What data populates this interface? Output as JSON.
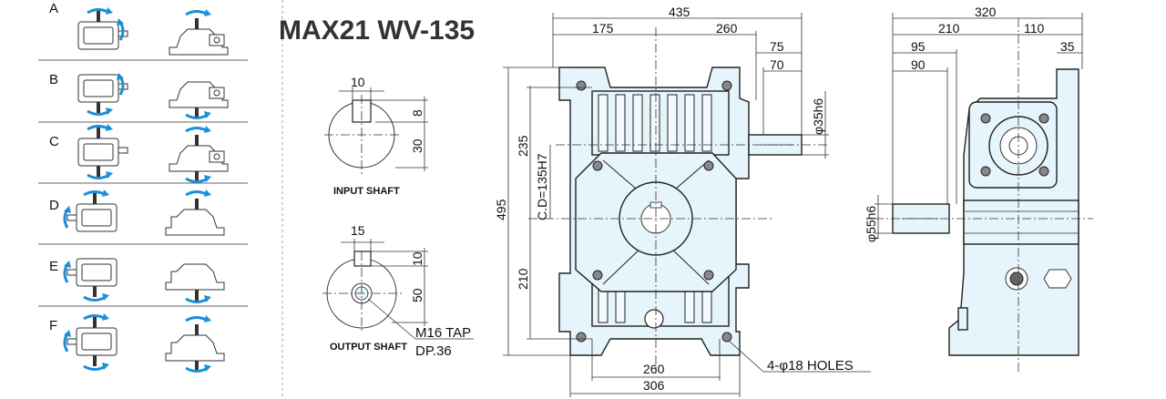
{
  "title": "MAX21 WV-135",
  "mount_labels": [
    "A",
    "B",
    "C",
    "D",
    "E",
    "F"
  ],
  "input_shaft": {
    "label": "INPUT SHAFT",
    "key_width": "10",
    "key_depth": "8",
    "radius": "30"
  },
  "output_shaft": {
    "label": "OUTPUT SHAFT",
    "key_width": "15",
    "key_depth": "10",
    "radius": "50",
    "tap": "M16 TAP",
    "tap_depth": "DP.36"
  },
  "front_view": {
    "overall_width": "435",
    "left_width": "175",
    "right_width": "260",
    "shaft_len_a": "75",
    "shaft_len_b": "70",
    "shaft_dia": "φ35h6",
    "height": "495",
    "upper_height": "235",
    "center_distance": "C.D=135H7",
    "lower_height": "210",
    "base_inner": "260",
    "base_outer": "306",
    "holes": "4-φ18 HOLES"
  },
  "side_view": {
    "overall_width": "320",
    "left_width": "210",
    "right_width": "110",
    "dim_95": "95",
    "dim_90": "90",
    "dim_35": "35",
    "shaft_dia": "φ55h6"
  },
  "colors": {
    "body": "#e6f4fb",
    "arrow": "#1a8fd6",
    "title": "#333333"
  }
}
